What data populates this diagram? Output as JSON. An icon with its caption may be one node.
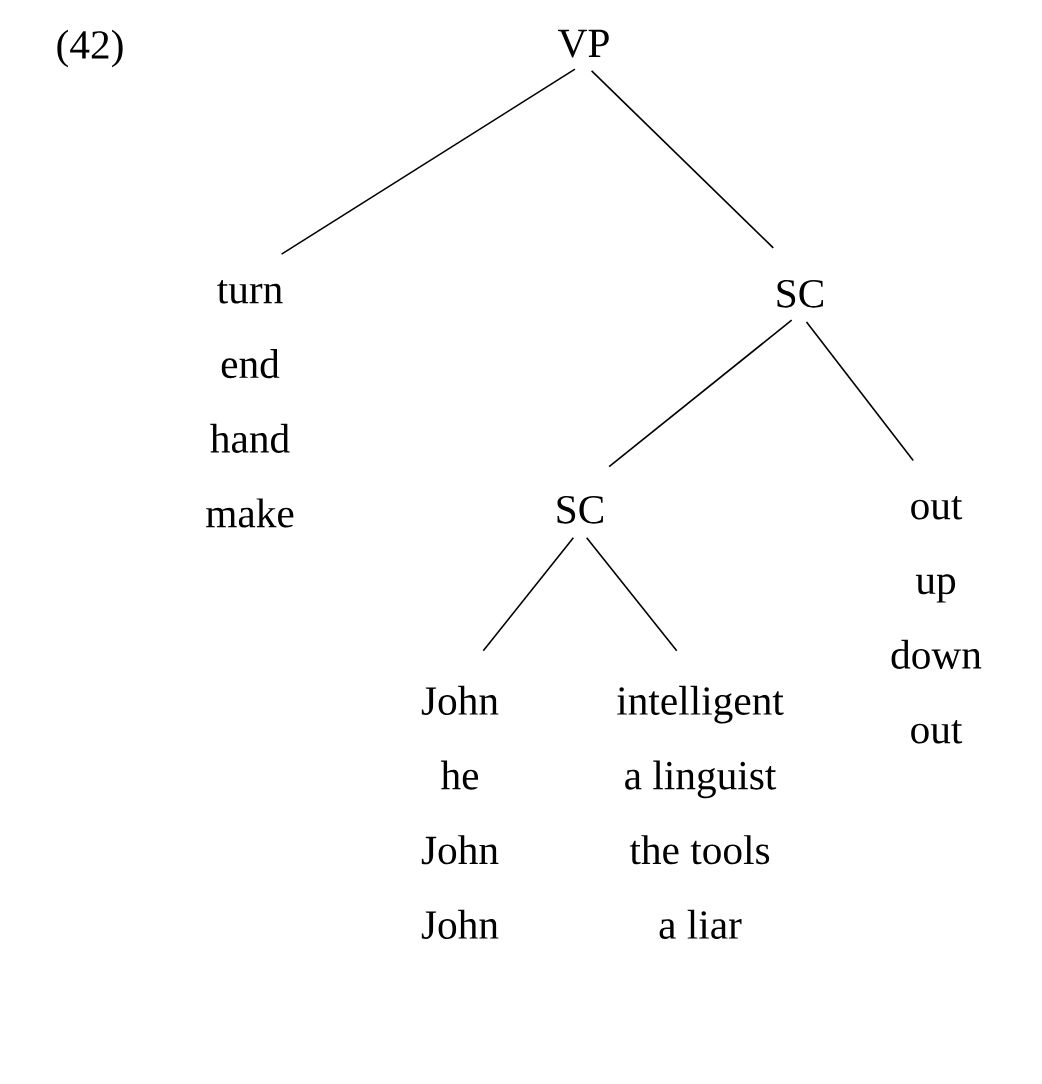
{
  "diagram": {
    "nodes": [
      {
        "text": [
          "VP"
        ]
      },
      {
        "text": [
          "turn",
          "end",
          "hand",
          "make"
        ]
      },
      {
        "text": [
          "SC"
        ]
      },
      {
        "text": [
          "SC"
        ]
      },
      {
        "text": [
          "out",
          "up",
          "down",
          "out"
        ]
      },
      {
        "text": [
          "John",
          "he",
          "John",
          "John"
        ]
      },
      {
        "text": [
          "intelligent",
          "a linguist",
          "the tools",
          "a liar"
        ]
      }
    ],
    "edges": [
      {
        "from": 0,
        "to": 1,
        "arrow": "none"
      },
      {
        "from": 0,
        "to": 2,
        "arrow": "none"
      },
      {
        "from": 2,
        "to": 3,
        "arrow": "none"
      },
      {
        "from": 2,
        "to": 4,
        "arrow": "none"
      },
      {
        "from": 3,
        "to": 5,
        "arrow": "none"
      },
      {
        "from": 3,
        "to": 6,
        "arrow": "none"
      }
    ],
    "labels": [
      "(42)"
    ]
  }
}
